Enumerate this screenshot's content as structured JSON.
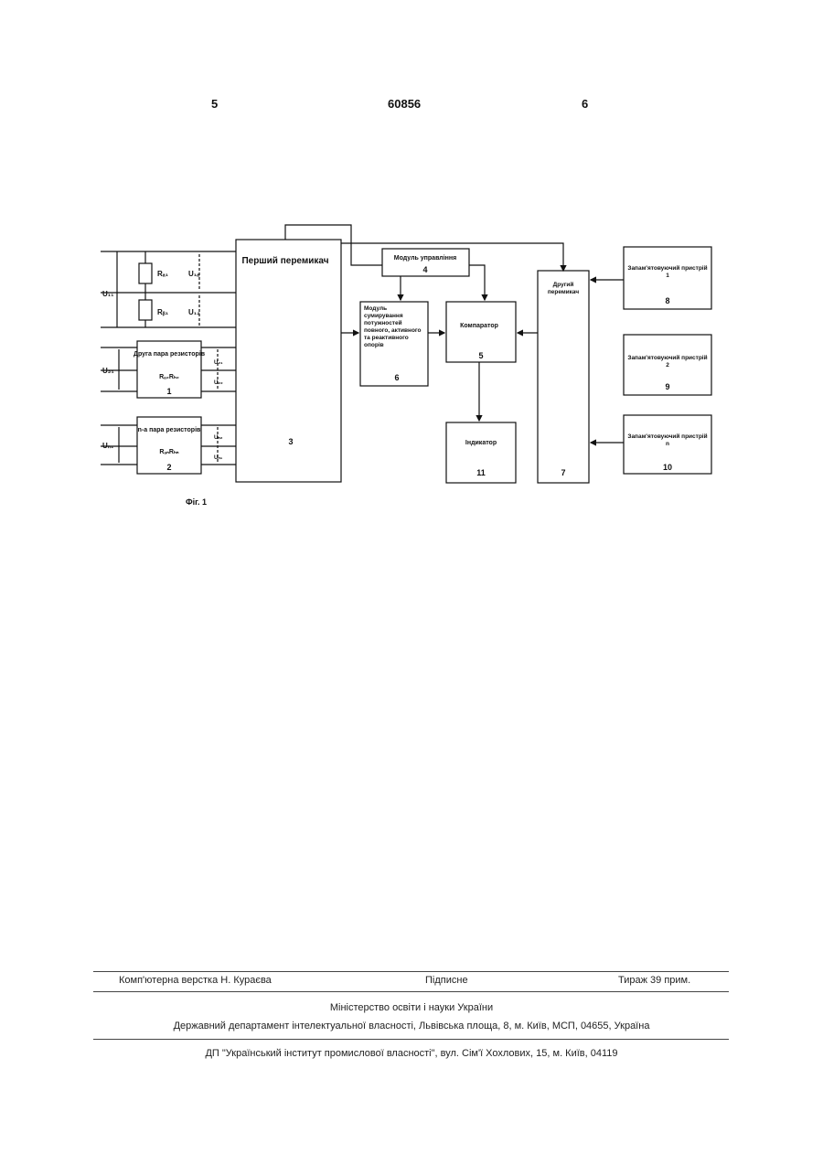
{
  "header": {
    "page_left": "5",
    "patent_number": "60856",
    "page_right": "6"
  },
  "figure": {
    "caption": "Фіг. 1",
    "voltages": {
      "u11": "U₁₁",
      "u1a": "U₁ₐ",
      "u12": "U₁₂",
      "u21": "U₂₁",
      "u22a": "U₂₁",
      "u22b": "U₂₂",
      "un1": "Uₙ₁",
      "un2a": "Uₙ₂",
      "un2b": "Uₙ₁"
    },
    "resistors": {
      "ra1": "Rₐ₁",
      "rb1": "Rᵦ₁"
    },
    "blocks": {
      "pair2_title": "Друга пара резисторів",
      "pair2_r": "Rₐ₂Rₕ₂",
      "pair2_num": "1",
      "pairn_title": "n-а пара резисторів",
      "pairn_r": "RₐₙRₕₙ",
      "pairn_num": "2",
      "switch1_title": "Перший перемикач",
      "switch1_num": "3",
      "control_title": "Модуль управління",
      "control_num": "4",
      "summing_title": "Модуль сумирування потужностей повного, активного та реактивного опорів",
      "summing_num": "6",
      "comparator_title": "Компаратор",
      "comparator_num": "5",
      "switch2_title": "Другий перемикач",
      "switch2_num": "7",
      "indicator_title": "Індикатор",
      "indicator_num": "11",
      "mem1_title": "Запам'ятовуючий пристрій 1",
      "mem1_num": "8",
      "mem2_title": "Запам'ятовуючий пристрій 2",
      "mem2_num": "9",
      "memn_title": "Запам'ятовуючий пристрій n",
      "memn_num": "10"
    }
  },
  "footer": {
    "typesetting": "Комп'ютерна верстка Н. Кураєва",
    "signed": "Підписне",
    "circulation": "Тираж 39 прим.",
    "ministry": "Міністерство освіти і науки України",
    "department": "Державний департамент інтелектуальної власності, Львівська площа, 8, м. Київ, МСП, 04655, Україна",
    "institute": "ДП \"Український інститут промислової власності\", вул. Сім'ї Хохлових, 15, м. Київ, 04119"
  }
}
